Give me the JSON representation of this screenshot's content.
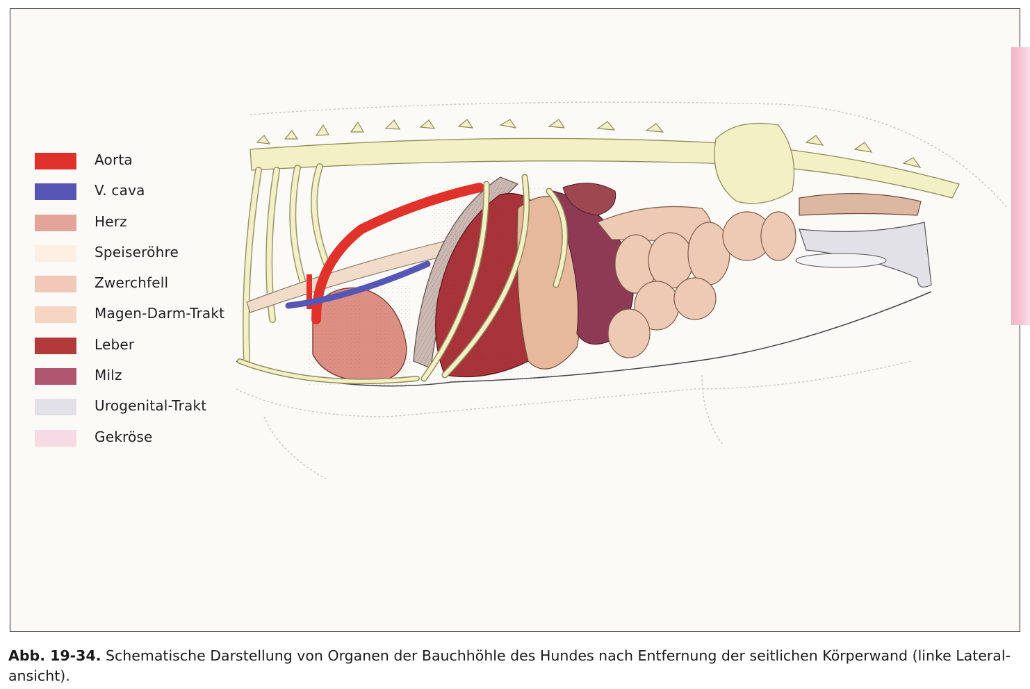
{
  "legend": {
    "items": [
      {
        "label": "Aorta",
        "color": "#e0322b"
      },
      {
        "label": "V. cava",
        "color": "#5657b4"
      },
      {
        "label": "Herz",
        "color": "#e3a49a"
      },
      {
        "label": "Speiseröhre",
        "color": "#fbf0e2"
      },
      {
        "label": "Zwerchfell",
        "color": "#f2c9b9"
      },
      {
        "label": "Magen-Darm-Trakt",
        "color": "#f6d5c3"
      },
      {
        "label": "Leber",
        "color": "#b23a3a"
      },
      {
        "label": "Milz",
        "color": "#b0566e"
      },
      {
        "label": "Urogenital-Trakt",
        "color": "#e2e1e8"
      },
      {
        "label": "Gekröse",
        "color": "#f6dbe4"
      }
    ]
  },
  "caption": {
    "label": "Abb. 19-34.",
    "text": " Schematische Darstellung von Organen der Bauchhöhle des Hundes nach Entfernung der seitlichen Körperwand (linke Lateral-ansicht)."
  },
  "colors": {
    "bone": "#f3f0c6",
    "bone_stroke": "#8e8a5a",
    "aorta": "#e0322b",
    "vcava": "#5657b4",
    "heart": "#dd8f84",
    "liver": "#a8343a",
    "spleen": "#8f3a55",
    "stomach": "#e7b99c",
    "intestine": "#eecab4",
    "diaphragm": "#9b8a86",
    "esophagus": "#f0dcc8",
    "kidney": "#f1e4b8"
  }
}
